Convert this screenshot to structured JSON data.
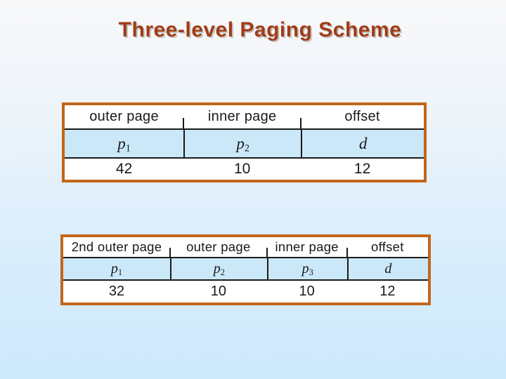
{
  "slide": {
    "title": "Three-level Paging Scheme"
  },
  "colors": {
    "title_text": "#a03c17",
    "table_border": "#c2661a",
    "field_row_background": "#cbe8f9",
    "line_and_text": "#1a1a1a",
    "background_top": "#f8f8f9",
    "background_bottom": "#cdeafd"
  },
  "tables": [
    {
      "headers": [
        "outer page",
        "inner page",
        "offset"
      ],
      "fields": [
        {
          "base": "p",
          "sub": "1"
        },
        {
          "base": "p",
          "sub": "2"
        },
        {
          "base": "d",
          "sub": ""
        }
      ],
      "bits": [
        "42",
        "10",
        "12"
      ]
    },
    {
      "headers": [
        "2nd outer page",
        "outer page",
        "inner page",
        "offset"
      ],
      "fields": [
        {
          "base": "p",
          "sub": "1"
        },
        {
          "base": "p",
          "sub": "2"
        },
        {
          "base": "p",
          "sub": "3"
        },
        {
          "base": "d",
          "sub": ""
        }
      ],
      "bits": [
        "32",
        "10",
        "10",
        "12"
      ]
    }
  ]
}
